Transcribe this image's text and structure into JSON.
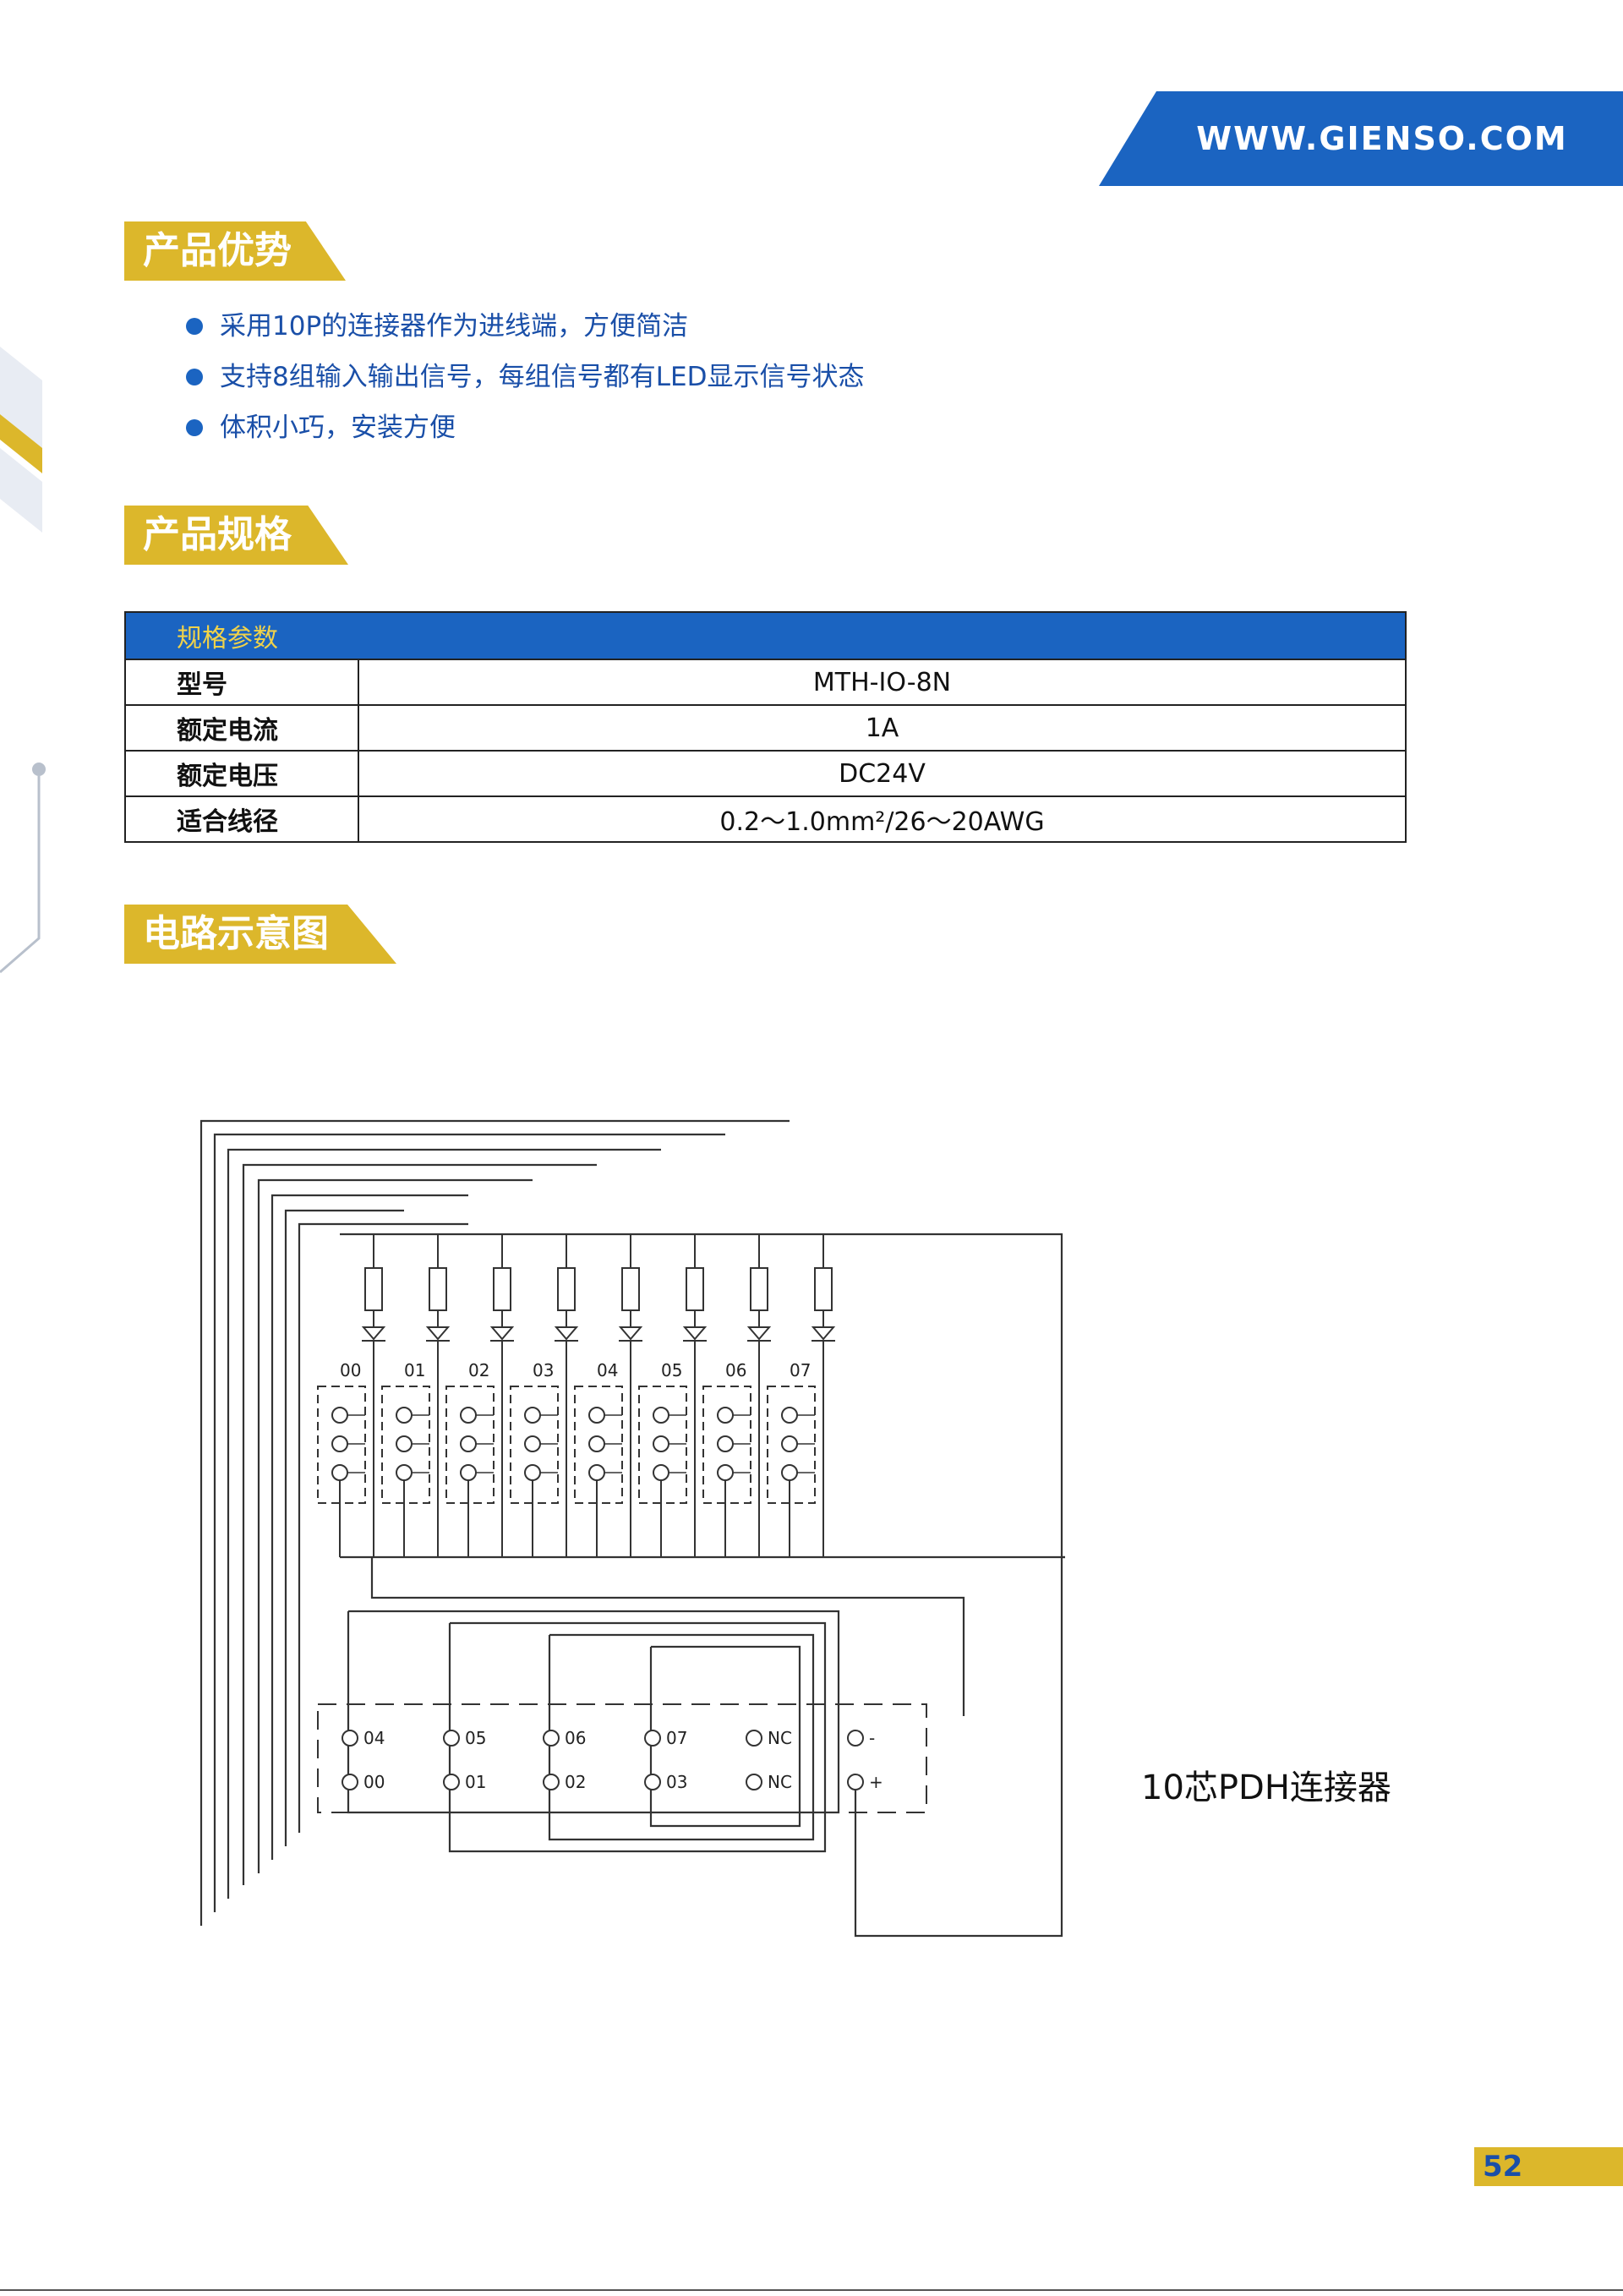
{
  "header": {
    "website": "WWW.GIENSO.COM"
  },
  "sections": {
    "advantages": "产品优势",
    "specs": "产品规格",
    "circuit": "电路示意图"
  },
  "advantages": [
    "采用10P的连接器作为进线端，方便简洁",
    "支持8组输入输出信号，每组信号都有LED显示信号状态",
    "体积小巧，安装方便"
  ],
  "spec_table": {
    "header": "规格参数",
    "rows": [
      {
        "label": "型号",
        "value": "MTH-IO-8N"
      },
      {
        "label": "额定电流",
        "value": "1A"
      },
      {
        "label": "额定电压",
        "value": "DC24V"
      },
      {
        "label": "适合线径",
        "value": "0.2～1.0mm²/26～20AWG"
      }
    ]
  },
  "diagram": {
    "channel_labels": [
      "00",
      "01",
      "02",
      "03",
      "04",
      "05",
      "06",
      "07"
    ],
    "connector_top": [
      "04",
      "05",
      "06",
      "07",
      "NC",
      "-"
    ],
    "connector_bottom": [
      "00",
      "01",
      "02",
      "03",
      "NC",
      "+"
    ],
    "connector_label": "10芯PDH连接器"
  },
  "footer": {
    "page_number": "52"
  },
  "colors": {
    "blue": "#1b64c1",
    "gold": "#dcb72b"
  }
}
